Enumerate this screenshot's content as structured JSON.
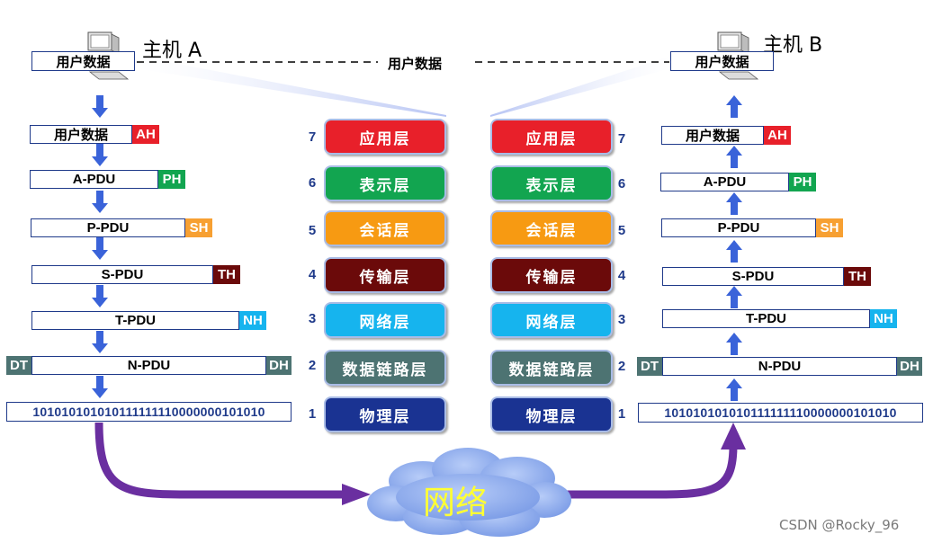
{
  "host_a": {
    "label": "主机 A"
  },
  "host_b": {
    "label": "主机 B"
  },
  "user_data_link_label": "用户数据",
  "network_label": "网络",
  "watermark": "CSDN @Rocky_96",
  "colors": {
    "arrow_blue": "#3a63d9",
    "border_blue": "#1f3a8a",
    "path_purple": "#6a2fa0",
    "cloud_fill": "#8fb0ee",
    "light_beam": "#c9d4f7",
    "layer_app": "#e8202a",
    "layer_pres": "#12a550",
    "layer_sess": "#f79a12",
    "layer_trans": "#6b0a0a",
    "layer_net": "#16b4ee",
    "layer_link": "#4d7372",
    "layer_phys": "#1a3392",
    "tag_AH": "#e8202a",
    "tag_PH": "#12a550",
    "tag_SH": "#f7a032",
    "tag_TH": "#6b0a0a",
    "tag_NH": "#16b4ee",
    "tag_DT": "#4d7372",
    "tag_DH": "#4d7372"
  },
  "icons": [
    "computer-icon",
    "down-arrow-icon",
    "up-arrow-icon",
    "cloud-icon"
  ],
  "left_stack": {
    "top_box": "用户数据",
    "rows": [
      {
        "pdu": "用户数据",
        "header": "AH"
      },
      {
        "pdu": "A-PDU",
        "header": "PH"
      },
      {
        "pdu": "P-PDU",
        "header": "SH"
      },
      {
        "pdu": "S-PDU",
        "header": "TH"
      },
      {
        "pdu": "T-PDU",
        "header": "NH"
      },
      {
        "pdu": "N-PDU",
        "header_left": "DT",
        "trailer": "DH"
      }
    ],
    "bits": "101010101010111111110000000101010"
  },
  "right_stack": {
    "top_box": "用户数据",
    "rows": [
      {
        "pdu": "用户数据",
        "header": "AH"
      },
      {
        "pdu": "A-PDU",
        "header": "PH"
      },
      {
        "pdu": "P-PDU",
        "header": "SH"
      },
      {
        "pdu": "S-PDU",
        "header": "TH"
      },
      {
        "pdu": "T-PDU",
        "header": "NH"
      },
      {
        "pdu": "N-PDU",
        "header_left": "DT",
        "trailer": "DH"
      }
    ],
    "bits": "101010101010111111110000000101010"
  },
  "layers": [
    {
      "number": "7",
      "name": "应用层"
    },
    {
      "number": "6",
      "name": "表示层"
    },
    {
      "number": "5",
      "name": "会话层"
    },
    {
      "number": "4",
      "name": "传输层"
    },
    {
      "number": "3",
      "name": "网络层"
    },
    {
      "number": "2",
      "name": "数据链路层"
    },
    {
      "number": "1",
      "name": "物理层"
    }
  ]
}
